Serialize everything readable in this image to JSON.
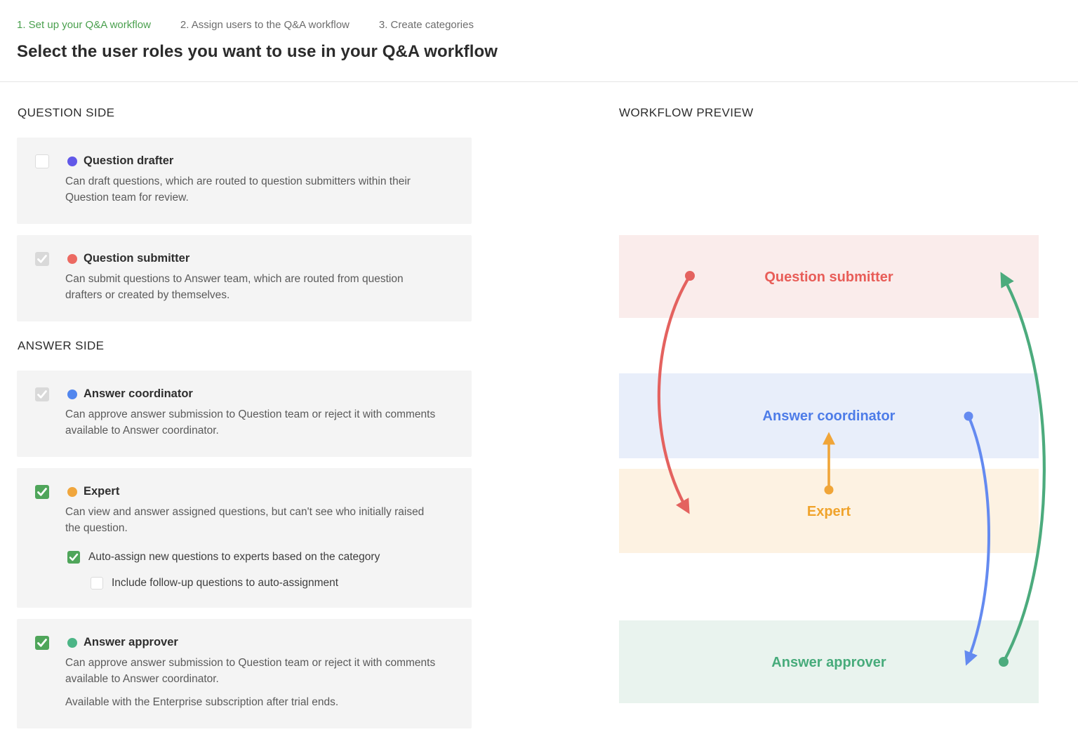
{
  "steps": [
    {
      "label": "1. Set up your Q&A workflow",
      "active": true
    },
    {
      "label": "2. Assign users to the Q&A workflow",
      "active": false
    },
    {
      "label": "3. Create categories",
      "active": false
    }
  ],
  "page_title": "Select the user roles you want to use in your Q&A workflow",
  "sections": {
    "question_side": "QUESTION SIDE",
    "answer_side": "ANSWER SIDE"
  },
  "roles": [
    {
      "name": "Question drafter",
      "description": "Can draft questions, which are routed to question submitters within their Question team for review.",
      "dot_color": "#6158e8",
      "checkbox": "unchecked"
    },
    {
      "name": "Question submitter",
      "description": "Can submit questions to Answer team, which are routed from question drafters or created by themselves.",
      "dot_color": "#ec6a62",
      "checkbox": "checked-disabled"
    },
    {
      "name": "Answer coordinator",
      "description": "Can approve answer submission to Question team or reject it with comments available to Answer coordinator.",
      "dot_color": "#5186ee",
      "checkbox": "checked-disabled"
    },
    {
      "name": "Expert",
      "description": "Can view and answer assigned questions, but can't see who initially raised the question.",
      "dot_color": "#f0a63d",
      "checkbox": "checked",
      "sub_options": [
        {
          "label": "Auto-assign new questions to experts based on the category",
          "checkbox": "checked"
        },
        {
          "label": "Include follow-up questions to auto-assignment",
          "checkbox": "unchecked"
        }
      ]
    },
    {
      "name": "Answer approver",
      "description": "Can approve answer submission to Question team or reject it with comments available to Answer coordinator.",
      "note": "Available with the Enterprise subscription after trial ends.",
      "dot_color": "#4cb586",
      "checkbox": "checked"
    }
  ],
  "workflow_preview": {
    "title": "WORKFLOW PREVIEW",
    "nodes": [
      {
        "label": "Question submitter",
        "text_color": "#e85d58",
        "band_color": "#faeceb"
      },
      {
        "label": "Answer coordinator",
        "text_color": "#4d7ce8",
        "band_color": "#e8eefa"
      },
      {
        "label": "Expert",
        "text_color": "#f0a32b",
        "band_color": "#fdf2e2"
      },
      {
        "label": "Answer approver",
        "text_color": "#47ab7b",
        "band_color": "#e9f3ee"
      }
    ],
    "arrows": [
      {
        "name": "question-submitter-to-expert",
        "color": "#e4625f"
      },
      {
        "name": "expert-to-answer-coordinator",
        "color": "#f0a538"
      },
      {
        "name": "answer-coordinator-to-answer-approver",
        "color": "#648af0"
      },
      {
        "name": "answer-approver-to-question-submitter",
        "color": "#4cab7d"
      }
    ]
  },
  "colors": {
    "step_active": "#4aa04e",
    "checkbox_checked": "#4fa55a",
    "checkbox_disabled": "#d9d9d9"
  }
}
